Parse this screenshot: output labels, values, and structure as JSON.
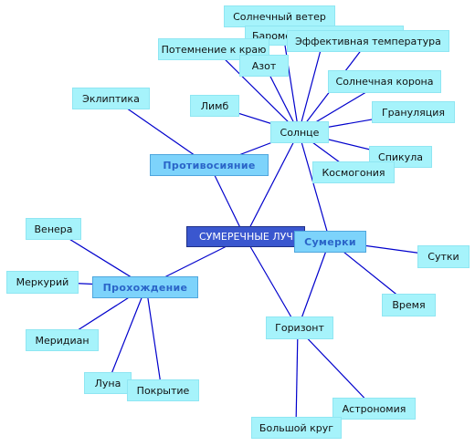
{
  "diagram": {
    "root": "СУМЕРЕЧНЫЕ ЛУЧИ",
    "hubs": {
      "sun": "Солнце",
      "opposition": "Противосияние",
      "passage": "Прохождение",
      "twilight": "Сумерки",
      "horizon": "Горизонт"
    },
    "sun_items": {
      "solar_wind": "Солнечный ветер",
      "barometric": "Барометрическая формула",
      "effective_temp": "Эффективная температура",
      "limb_darkening": "Потемнение к краю",
      "nitrogen": "Азот",
      "corona": "Солнечная корона",
      "limb": "Лимб",
      "granulation": "Грануляция",
      "spicule": "Спикула",
      "cosmogony": "Космогония"
    },
    "opposition_items": {
      "ecliptic": "Эклиптика"
    },
    "passage_items": {
      "venus": "Венера",
      "mercury": "Меркурий",
      "meridian": "Меридиан",
      "moon": "Луна",
      "occultation": "Покрытие"
    },
    "twilight_items": {
      "day": "Сутки",
      "time": "Время"
    },
    "horizon_items": {
      "astronomy": "Астрономия",
      "great_circle": "Большой круг"
    }
  }
}
